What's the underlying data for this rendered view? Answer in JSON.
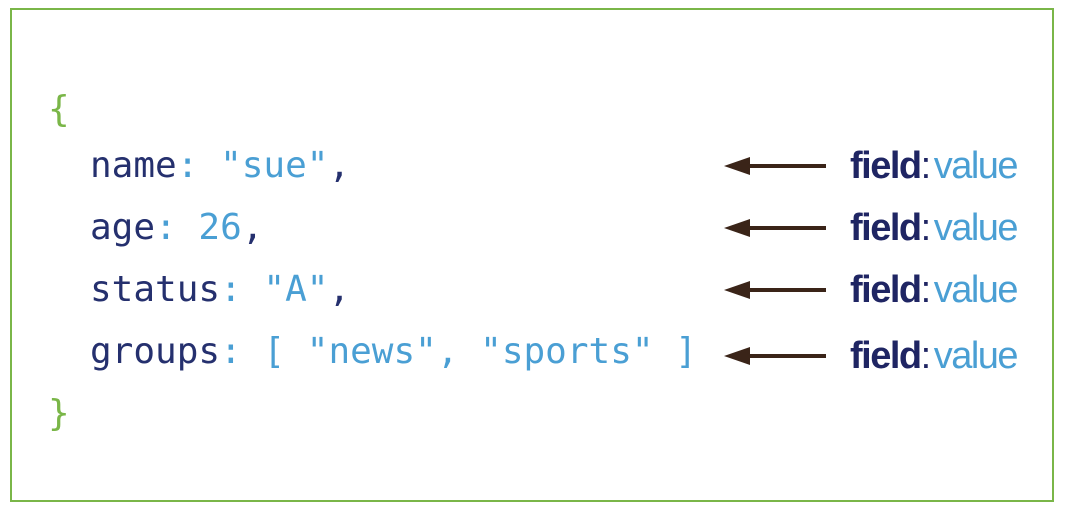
{
  "document": {
    "open_brace": "{",
    "close_brace": "}",
    "fields": [
      {
        "key": "name",
        "colon": ":",
        "value": "\"sue\"",
        "trail": ","
      },
      {
        "key": "age",
        "colon": ":",
        "value": "26",
        "trail": ","
      },
      {
        "key": "status",
        "colon": ":",
        "value": "\"A\"",
        "trail": ","
      },
      {
        "key": "groups",
        "colon": ":",
        "value": "[ \"news\", \"sports\" ]",
        "trail": ""
      }
    ]
  },
  "annotations": [
    {
      "field": "field",
      "sep": ":",
      "value": "value"
    },
    {
      "field": "field",
      "sep": ":",
      "value": "value"
    },
    {
      "field": "field",
      "sep": ":",
      "value": "value"
    },
    {
      "field": "field",
      "sep": ":",
      "value": "value"
    }
  ],
  "colors": {
    "border": "#7ab648",
    "brace": "#7ab648",
    "key": "#25306e",
    "value": "#4a9fd4",
    "arrow": "#3a2418"
  }
}
